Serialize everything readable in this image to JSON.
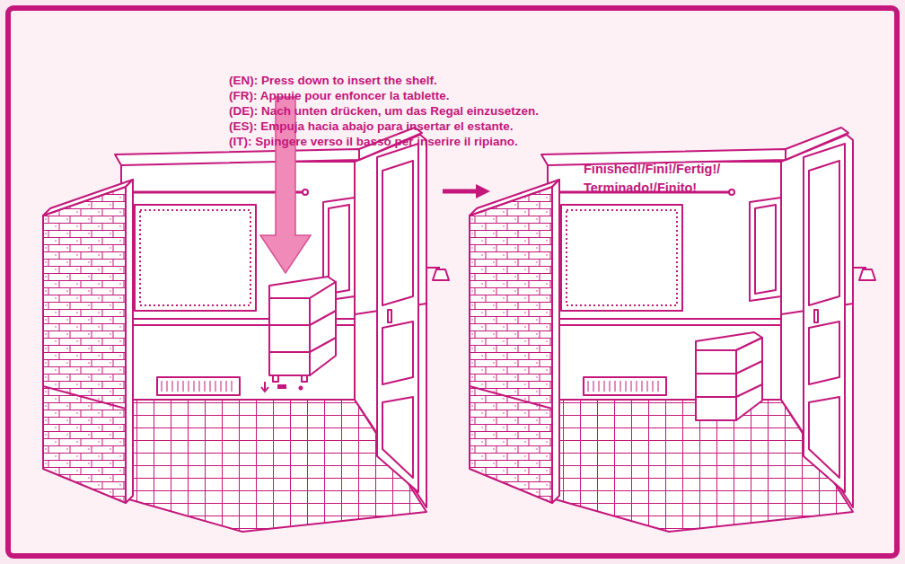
{
  "diagram": {
    "labels": [
      "(EN): Press down to insert the shelf.",
      "(FR): Appuie pour enfoncer la tablette.",
      "(DE): Nach unten drücken, um das Regal einzusetzen.",
      "(ES): Empuja hacia abajo para insertar el estante.",
      "(IT): Spingere verso il basso per inserire il ripiano.",
      "Finished!/Fini!/Fertig!/ Terminado!/Finito!"
    ]
  }
}
